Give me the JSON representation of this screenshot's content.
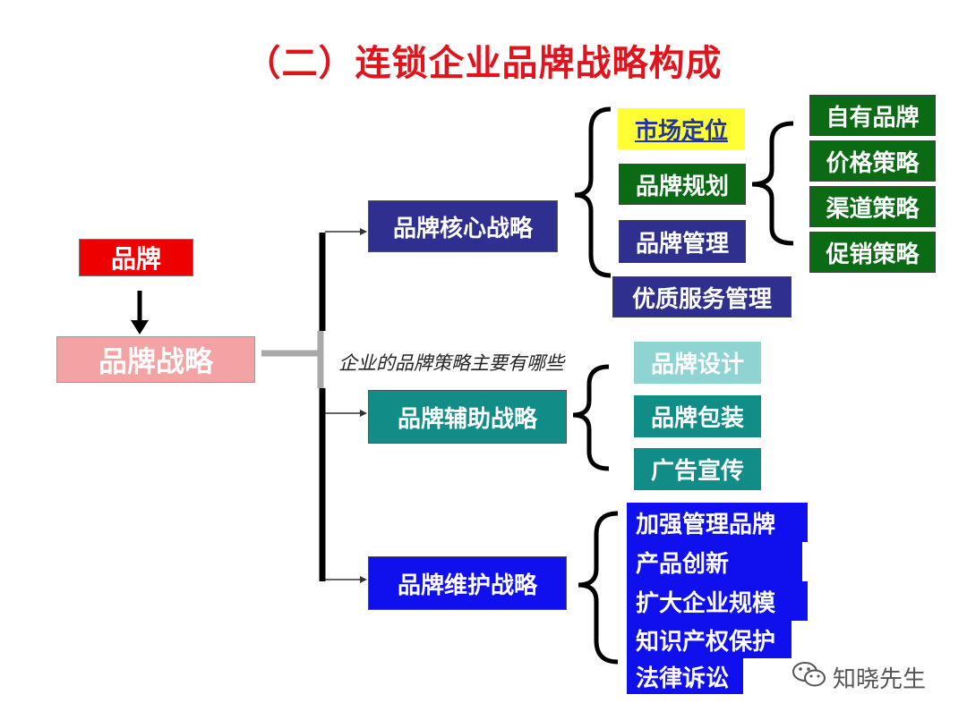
{
  "title": "（二）连锁企业品牌战略构成",
  "root": {
    "label": "品牌",
    "color": "#ee0000"
  },
  "strategy": {
    "label": "品牌战略",
    "color": "#f3a3a3"
  },
  "branches": {
    "core": {
      "label": "品牌核心战略",
      "color": "#2e2f8f",
      "items": {
        "market_position": {
          "label": "市场定位",
          "bg": "#ffff33",
          "color": "#2233aa"
        },
        "brand_planning": {
          "label": "品牌规划",
          "bg": "#0a6b14"
        },
        "brand_management": {
          "label": "品牌管理",
          "bg": "#2e2f8f"
        },
        "quality_service": {
          "label": "优质服务管理",
          "bg": "#2e2f8f"
        }
      },
      "sub_items": [
        "自有品牌",
        "价格策略",
        "渠道策略",
        "促销策略"
      ],
      "sub_color": "#0a6b14"
    },
    "auxiliary": {
      "label": "品牌辅助战略",
      "color": "#128c86",
      "items": [
        "品牌设计",
        "品牌包装",
        "广告宣传"
      ],
      "item_colors": [
        "#8fd3d3",
        "#128c86",
        "#128c86"
      ]
    },
    "maintenance": {
      "label": "品牌维护战略",
      "color": "#1010ee",
      "items": [
        "加强管理品牌",
        "产品创新",
        "扩大企业规模",
        "知识产权保护",
        "法律诉讼"
      ]
    }
  },
  "caption": "企业的品牌策略主要有哪些",
  "watermark": {
    "text": "知晓先生",
    "icon": "wechat-icon"
  }
}
